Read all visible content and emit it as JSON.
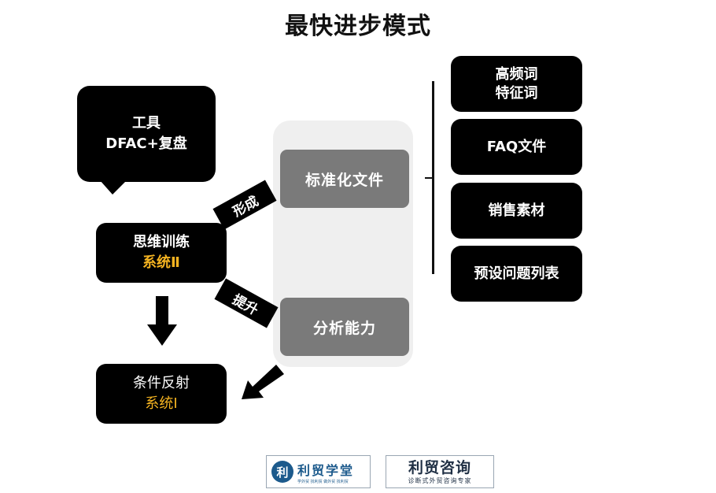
{
  "title": "最快进步模式",
  "tool_box": {
    "line1": "工具",
    "line2": "DFAC+复盘"
  },
  "thinking_box": {
    "line1": "思维训练",
    "line2": "系统Ⅱ"
  },
  "reflex_box": {
    "line1": "条件反射",
    "line2": "系统Ⅰ"
  },
  "panel": {
    "standard_docs": "标准化文件",
    "analysis": "分析能力"
  },
  "connectors": {
    "form": "形成",
    "improve": "提升"
  },
  "right_list": [
    "高频词\n特征词",
    "FAQ文件",
    "销售素材",
    "预设问题列表"
  ],
  "logos": {
    "left": {
      "emblem": "利",
      "name": "利贸学堂",
      "tagline": "学外贸 找利贸 做外贸 找利贸"
    },
    "right": {
      "name": "利贸咨询",
      "tagline": "诊断式外贸咨询专家"
    }
  },
  "colors": {
    "accent": "#f4b321",
    "box": "#000000",
    "panel_box": "#7a7a7a",
    "panel_bg": "#efefef"
  }
}
